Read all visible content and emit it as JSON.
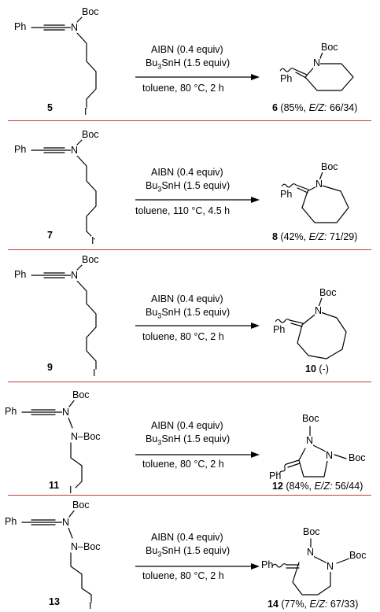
{
  "substituents": {
    "ph": "Ph",
    "boc": "Boc",
    "n": "N",
    "i": "I",
    "nboc": "N–Boc"
  },
  "divider_color": "#b84040",
  "reactions": [
    {
      "substrate": "5",
      "reagent1": "AIBN (0.4 equiv)",
      "reagent2_a": "Bu",
      "reagent2_sub": "3",
      "reagent2_b": "SnH (1.5 equiv)",
      "conditions": "toluene, 80 °C, 2 h",
      "product": "6",
      "yield_open": " (85%, ",
      "ez_label": "E/Z:",
      "ratio_close": " 66/34)"
    },
    {
      "substrate": "7",
      "reagent1": "AIBN (0.4 equiv)",
      "reagent2_a": "Bu",
      "reagent2_sub": "3",
      "reagent2_b": "SnH (1.5 equiv)",
      "conditions": "toluene, 110 °C, 4.5 h",
      "product": "8",
      "yield_open": " (42%, ",
      "ez_label": "E/Z:",
      "ratio_close": " 71/29)"
    },
    {
      "substrate": "9",
      "reagent1": "AIBN (0.4 equiv)",
      "reagent2_a": "Bu",
      "reagent2_sub": "3",
      "reagent2_b": "SnH (1.5 equiv)",
      "conditions": "toluene, 80 °C, 2 h",
      "product": "10",
      "yield_plain": " (-)"
    },
    {
      "substrate": "11",
      "reagent1": "AIBN (0.4 equiv)",
      "reagent2_a": "Bu",
      "reagent2_sub": "3",
      "reagent2_b": "SnH (1.5 equiv)",
      "conditions": "toluene, 80 °C, 2 h",
      "product": "12",
      "yield_open": " (84%, ",
      "ez_label": "E/Z:",
      "ratio_close": " 56/44)"
    },
    {
      "substrate": "13",
      "reagent1": "AIBN (0.4 equiv)",
      "reagent2_a": "Bu",
      "reagent2_sub": "3",
      "reagent2_b": "SnH (1.5 equiv)",
      "conditions": "toluene, 80 °C, 2 h",
      "product": "14",
      "yield_open": " (77%, ",
      "ez_label": "E/Z:",
      "ratio_close": " 67/33)"
    }
  ]
}
